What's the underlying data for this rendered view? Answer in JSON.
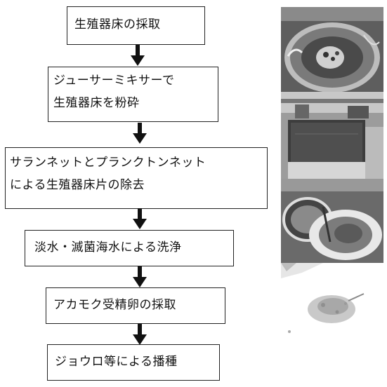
{
  "flowchart": {
    "steps": [
      {
        "lines": [
          "生殖器床の採取"
        ]
      },
      {
        "lines": [
          "ジューサーミキサーで",
          "生殖器床を粉砕"
        ]
      },
      {
        "lines": [
          "サランネットとプランクトンネット",
          "による生殖器床片の除去"
        ]
      },
      {
        "lines": [
          "淡水・滅菌海水による洗浄"
        ]
      },
      {
        "lines": [
          "アカモク受精卵の採取"
        ]
      },
      {
        "lines": [
          "ジョウロ等による播種"
        ]
      }
    ]
  },
  "photos": [
    {
      "subject": "receptacles-in-bowl"
    },
    {
      "subject": "juicer-mixer"
    },
    {
      "subject": "sieving-nets"
    },
    {
      "subject": "fertilized-eggs-collected"
    }
  ]
}
